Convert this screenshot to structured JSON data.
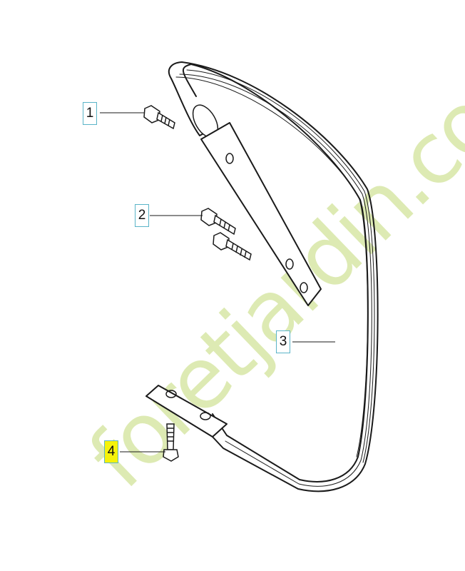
{
  "parts": [
    {
      "callout": "1",
      "highlighted": false
    },
    {
      "callout": "2",
      "highlighted": false
    },
    {
      "callout": "3",
      "highlighted": false
    },
    {
      "callout": "4",
      "highlighted": true
    }
  ],
  "watermark": {
    "text": "foretjardin.com",
    "color": "#d8e7a6",
    "accent": "#f7d2a3"
  },
  "colors": {
    "line": "#1a1a1a",
    "callout_border": "#5ab4c8",
    "highlight": "#f5f20a"
  }
}
